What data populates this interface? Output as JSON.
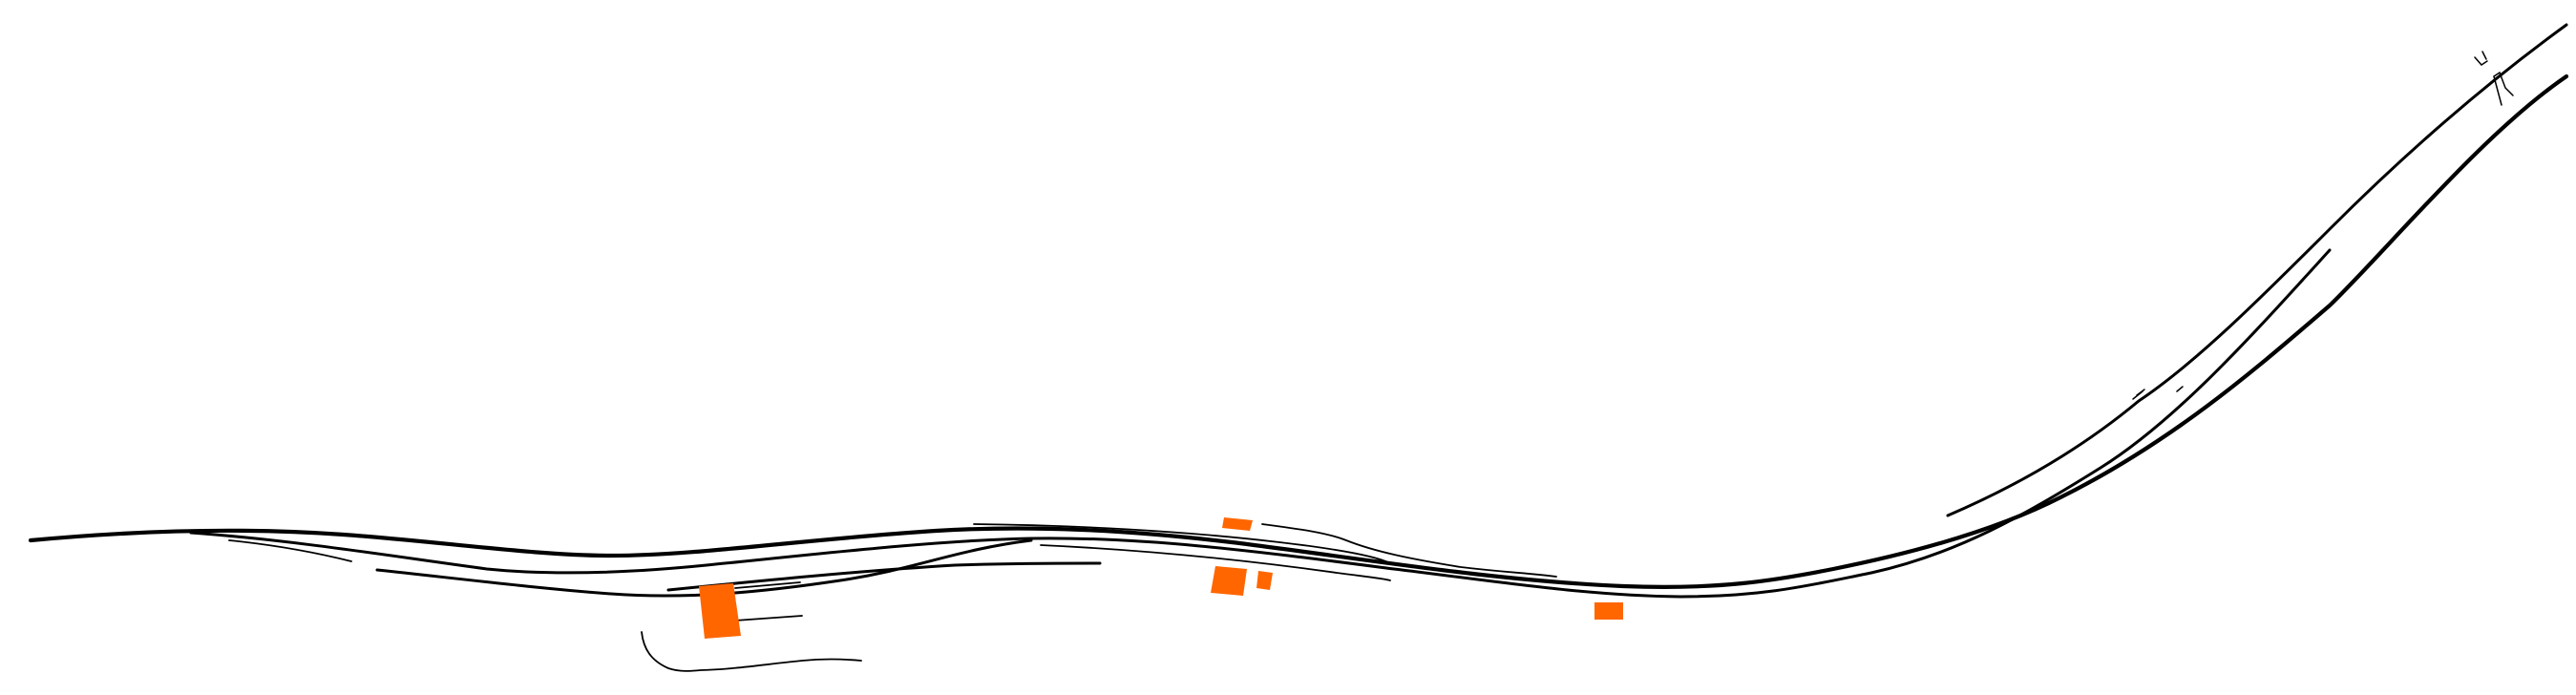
{
  "map": {
    "background_color": "#ffffff",
    "track_color": "#000000",
    "building_color": "#ff6600",
    "feature_groups": [
      "main-line",
      "parallel-tracks",
      "sidings",
      "buildings",
      "track-ends"
    ]
  }
}
